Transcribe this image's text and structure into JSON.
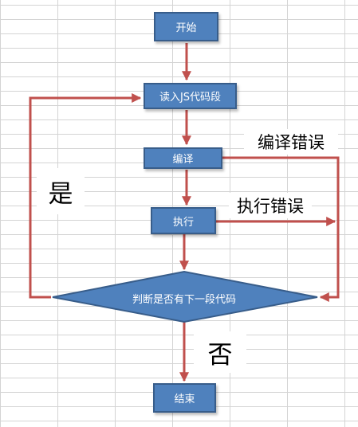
{
  "flowchart": {
    "nodes": {
      "start": "开始",
      "read": "读入JS代码段",
      "compile": "编译",
      "execute": "执行",
      "decision": "判断是否有下一段代码",
      "end": "结束"
    },
    "labels": {
      "compile_error": "编译错误",
      "runtime_error": "执行错误",
      "yes": "是",
      "no": "否"
    }
  },
  "colors": {
    "node_fill": "#4f81bd",
    "node_border": "#385d8a",
    "arrow": "#c0504d",
    "grid": "#d4d4d4"
  }
}
